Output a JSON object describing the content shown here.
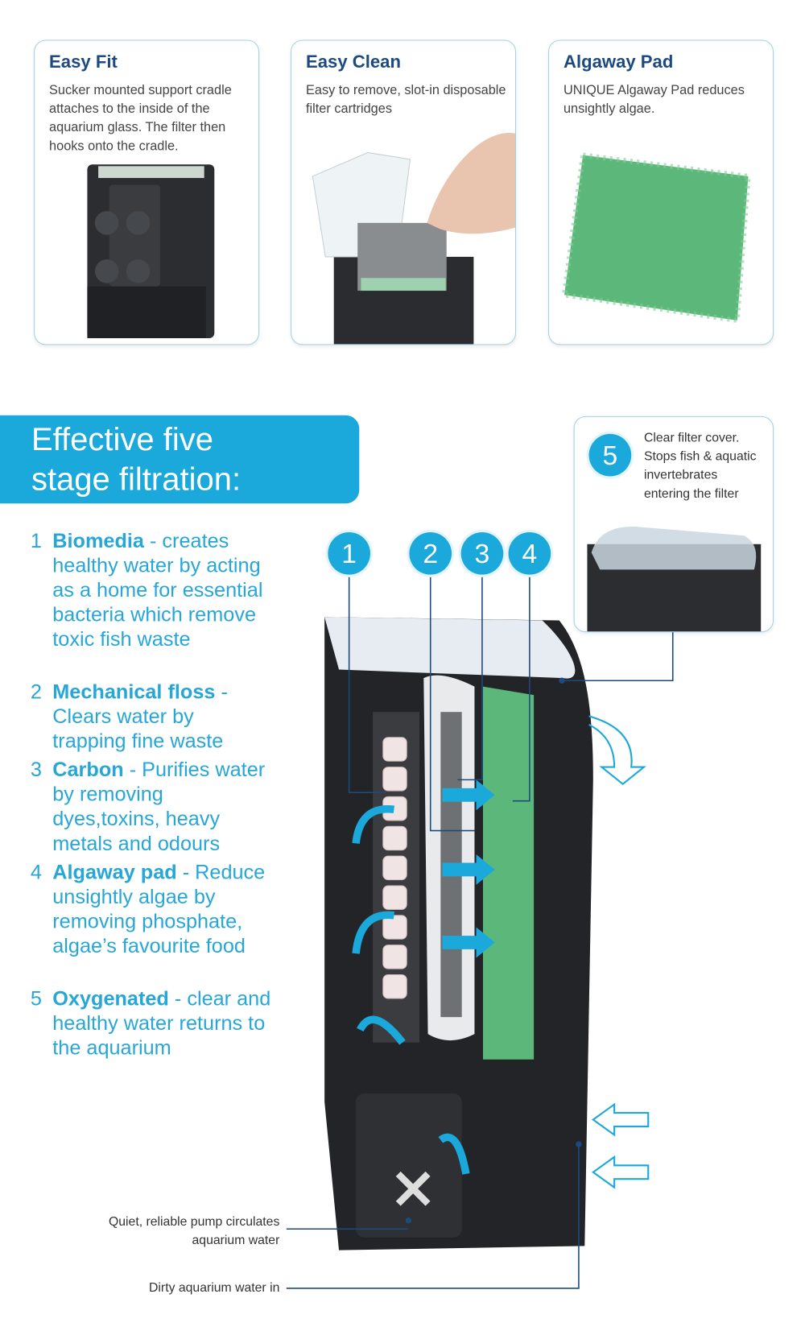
{
  "cards": [
    {
      "title": "Easy Fit",
      "text": "Sucker mounted support cradle attaches to the inside of the aquarium glass. The filter then hooks onto the cradle."
    },
    {
      "title": "Easy Clean",
      "text": "Easy to remove, slot-in disposable filter cartridges"
    },
    {
      "title": "Algaway Pad",
      "text": "UNIQUE Algaway Pad reduces unsightly algae."
    }
  ],
  "banner": {
    "line1": "Effective five",
    "line2": "stage filtration:"
  },
  "stages": [
    {
      "num": "1",
      "name": "Biomedia",
      "desc": " - creates healthy water by acting as a home for essential bacteria which remove toxic fish waste"
    },
    {
      "num": "2",
      "name": "Mechanical floss",
      "desc": " - Clears water by trapping fine waste"
    },
    {
      "num": "3",
      "name": "Carbon",
      "desc": " - Purifies water by removing dyes,toxins, heavy metals and odours"
    },
    {
      "num": "4",
      "name": "Algaway pad",
      "desc": " - Reduce unsightly algae by removing phosphate, algae’s favourite food"
    },
    {
      "num": "5",
      "name": "Oxygenated",
      "desc": " - clear and healthy water returns to the aquarium"
    }
  ],
  "callout5": {
    "num": "5",
    "text": "Clear filter cover. Stops fish & aquatic invertebrates entering the filter"
  },
  "markers": [
    "1",
    "2",
    "3",
    "4"
  ],
  "labels": {
    "pump": "Quiet, reliable pump circulates aquarium water",
    "dirty": "Dirty aquarium water in"
  },
  "colors": {
    "accent": "#1ba8db",
    "title": "#1c4a80",
    "green": "#5cb87a"
  }
}
